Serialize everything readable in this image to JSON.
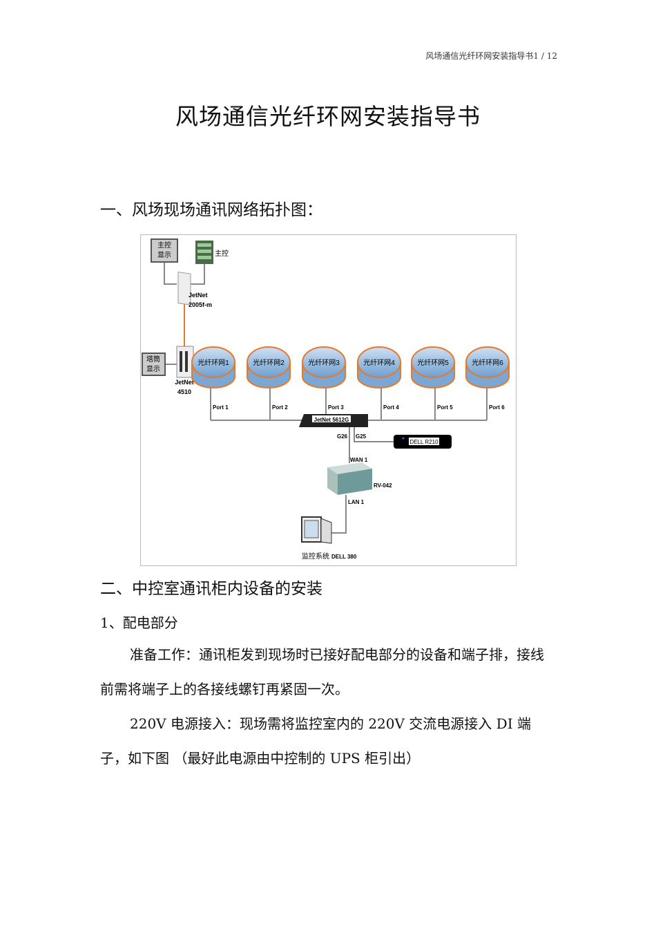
{
  "header": {
    "doc_name": "风场通信光纤环网安装指导书",
    "page": "1 / 12"
  },
  "title": "风场通信光纤环网安装指导书",
  "section1": {
    "heading": "一、风场现场通讯网络拓扑图："
  },
  "diagram": {
    "main_display": [
      "主控",
      "显示"
    ],
    "main_control": "主控",
    "switch_top": [
      "JetNet",
      "2005f-m"
    ],
    "tower_display": [
      "塔筒",
      "显示"
    ],
    "switch_tower": [
      "JetNet",
      "4510"
    ],
    "rings": [
      "光纤环网1",
      "光纤环网2",
      "光纤环网3",
      "光纤环网4",
      "光纤环网5",
      "光纤环网6"
    ],
    "ports": [
      "Port 1",
      "Port 2",
      "Port 3",
      "Port 4",
      "Port 5",
      "Port 6"
    ],
    "core_switch": "JetNet 5612G",
    "g26": "G26",
    "g25": "G25",
    "server": "DELL  R210",
    "wan": "WAN 1",
    "router": "RV-042",
    "lan": "LAN 1",
    "monitor_label": "监控系统",
    "monitor_model": "DELL 380"
  },
  "section2": {
    "heading": "二、中控室通讯柜内设备的安装"
  },
  "subsection1": {
    "heading": "1、配电部分"
  },
  "paragraphs": [
    "准备工作：通讯柜发到现场时已接好配电部分的设备和端子排，接线前需将端子上的各接线螺钉再紧固一次。",
    "220V 电源接入：现场需将监控室内的 220V 交流电源接入 DI 端子，如下图 （最好此电源由中控制的 UPS 柜引出）"
  ]
}
